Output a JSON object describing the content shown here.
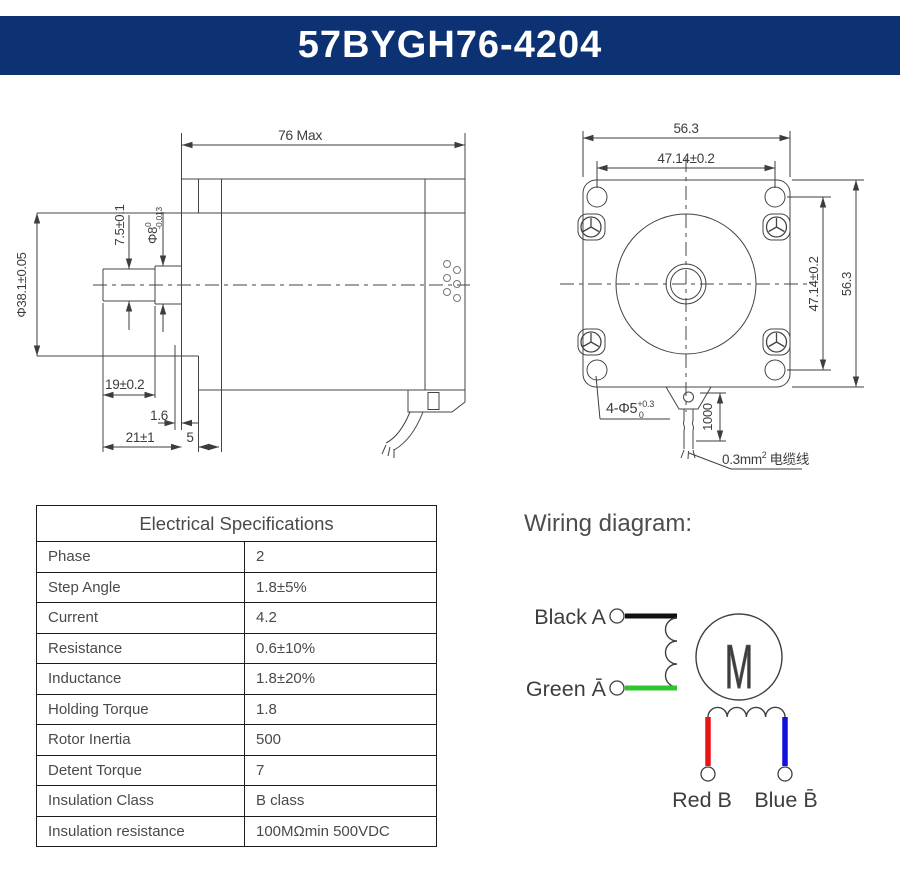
{
  "title": "57BYGH76-4204",
  "colors": {
    "header_bg": "#0d3274",
    "drawing_line": "#444444",
    "wire_black": "#111111",
    "wire_green": "#2ec52e",
    "wire_red": "#ec1313",
    "wire_blue": "#1212dd"
  },
  "side_view": {
    "dim_length": "76 Max",
    "dim_boss_dia": "Φ38.1±0.05",
    "dim_shaft_flat": "7.5±0.1",
    "dim_shaft_dia": "Φ8",
    "dim_shaft_dia_sup": "0",
    "dim_shaft_dia_sub": "-0.013",
    "dim_shaft_len": "19±0.2",
    "dim_boss_depth": "1.6",
    "dim_shaft_total": "21±1",
    "dim_flange_thk": "5"
  },
  "front_view": {
    "dim_width": "56.3",
    "dim_hole_span_h": "47.14±0.2",
    "dim_hole_span_v": "47.14±0.2",
    "dim_height": "56.3",
    "label_holes": "4-Φ5",
    "label_holes_sup": "+0.3",
    "label_holes_sub": "0",
    "dim_cable_len": "1000",
    "label_cable": "0.3mm",
    "label_cable_sup": "2",
    "label_cable_cn": "电缆线"
  },
  "spec_table": {
    "title": "Electrical Specifications",
    "rows": [
      [
        "Phase",
        "2"
      ],
      [
        "Step Angle",
        "1.8±5%"
      ],
      [
        "Current",
        "4.2"
      ],
      [
        "Resistance",
        "0.6±10%"
      ],
      [
        "Inductance",
        "1.8±20%"
      ],
      [
        "Holding Torque",
        "1.8"
      ],
      [
        "Rotor Inertia",
        "500"
      ],
      [
        "Detent Torque",
        "7"
      ],
      [
        "Insulation Class",
        "B class"
      ],
      [
        "Insulation resistance",
        "100MΩmin 500VDC"
      ]
    ]
  },
  "wiring": {
    "heading": "Wiring diagram:",
    "label_black": "Black A",
    "label_green": "Green Ā",
    "label_red": "Red B",
    "label_blue": "Blue B̄",
    "motor": "M"
  }
}
